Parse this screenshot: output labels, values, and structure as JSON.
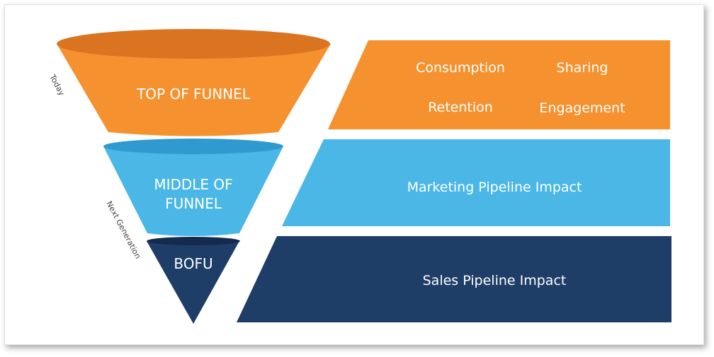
{
  "colors": {
    "orange": "#F5922F",
    "orange_dark": "#DA7420",
    "blue": "#4BB7E6",
    "blue_dark": "#2E9ACF",
    "navy": "#1E3E68",
    "navy_dark": "#132B4E"
  },
  "side_labels": {
    "today": "Today",
    "next_generation": "Next Generation"
  },
  "funnel": {
    "top": {
      "line1": "TOP OF FUNNEL"
    },
    "middle": {
      "line1": "MIDDLE OF",
      "line2": "FUNNEL"
    },
    "bottom": {
      "line1": "BOFU"
    }
  },
  "bands": {
    "orange": {
      "items": [
        "Consumption",
        "Sharing",
        "Retention",
        "Engagement"
      ]
    },
    "blue": {
      "label": "Marketing Pipeline Impact"
    },
    "navy": {
      "label": "Sales Pipeline Impact"
    }
  }
}
